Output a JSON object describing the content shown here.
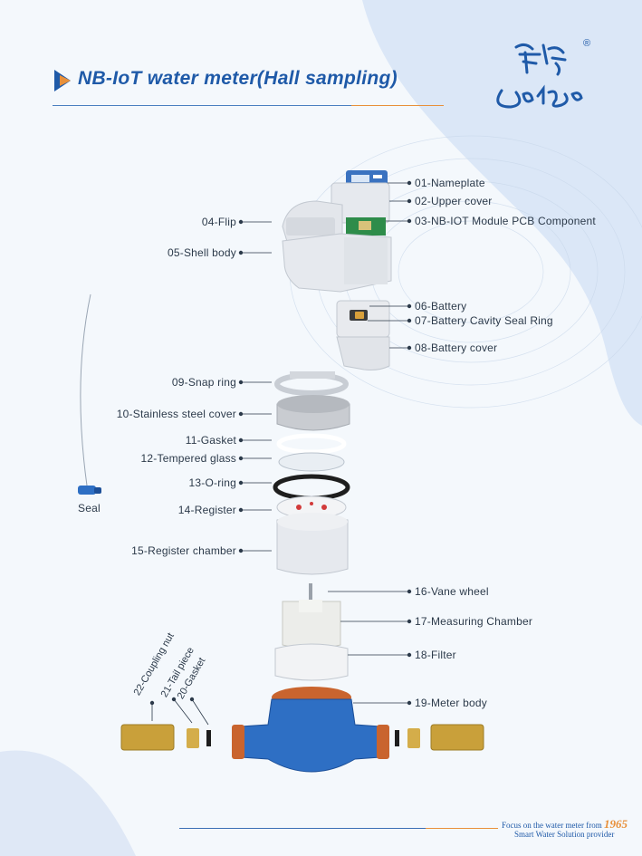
{
  "title": "NB-IoT water meter(Hall sampling)",
  "logo": {
    "reg_mark": "®"
  },
  "seal_label": "Seal",
  "parts_right": [
    "01-Nameplate",
    "02-Upper cover",
    "03-NB-IOT Module PCB Component",
    "06-Battery",
    "07-Battery Cavity Seal Ring",
    "08-Battery cover",
    "16-Vane wheel",
    "17-Measuring Chamber",
    "18-Filter",
    "19-Meter body"
  ],
  "parts_left": [
    "04-Flip",
    "05-Shell body",
    "09-Snap ring",
    "10-Stainless steel cover",
    "11-Gasket",
    "12-Tempered glass",
    "13-O-ring",
    "14-Register",
    "15-Register chamber"
  ],
  "parts_rotated": [
    "22-Coupling nut",
    "21-Tail piece",
    "20-Gasket"
  ],
  "footer": {
    "tagline_prefix": "Focus on the water meter from",
    "year": "1965",
    "subtitle": "Smart Water Solution provider"
  },
  "colors": {
    "brand_blue": "#1f5aa8",
    "accent_orange": "#e8903a",
    "meter_body_blue": "#2e6fc4",
    "brass": "#c9a03a",
    "shell_white": "#e6e9ee"
  }
}
